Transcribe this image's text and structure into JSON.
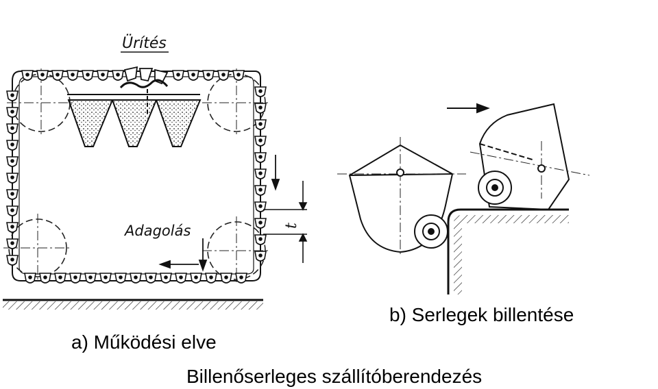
{
  "labels": {
    "emptying": "Ürítés",
    "feeding": "Adagolás",
    "pitch": "t"
  },
  "captions": {
    "part_a": "a) Működési elve",
    "part_b": "b) Serlegek billentése",
    "title": "Billenőserleges szállítóberendezés"
  },
  "colors": {
    "ink": "#111111",
    "paper": "#ffffff"
  }
}
